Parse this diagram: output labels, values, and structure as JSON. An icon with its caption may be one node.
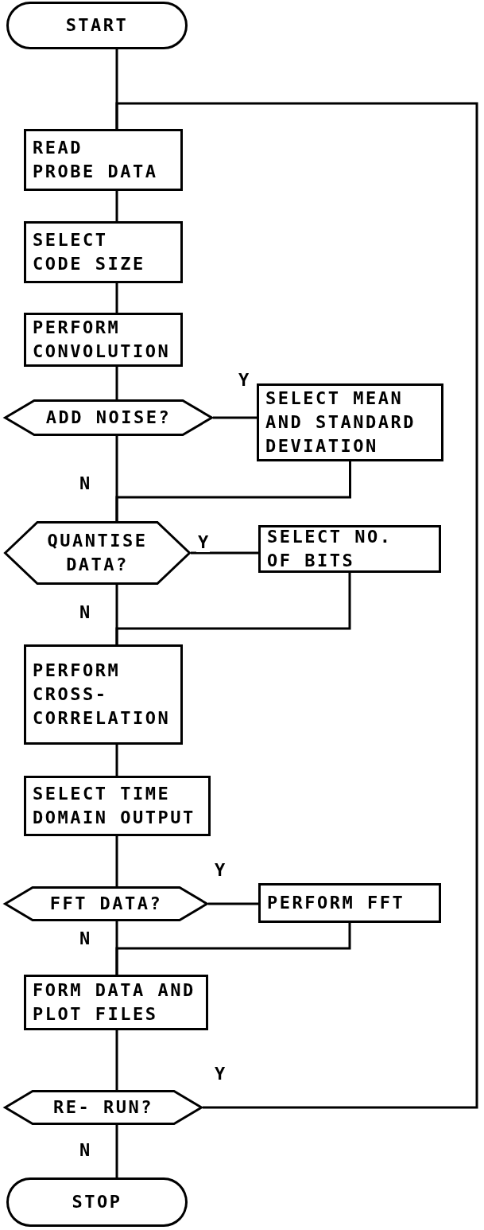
{
  "diagram": {
    "nodes": [
      {
        "text": [
          "START"
        ]
      },
      {
        "text": [
          "READ PROBE DATA"
        ]
      },
      {
        "text": [
          "SELECT CODE SIZE"
        ]
      },
      {
        "text": [
          "PERFORM CONVOLUTION"
        ]
      },
      {
        "text": [
          "ADD NOISE?"
        ]
      },
      {
        "text": [
          "SELECT MEAN AND STANDARD DEVIATION"
        ]
      },
      {
        "text": [
          "QUANTISE DATA?"
        ]
      },
      {
        "text": [
          "SELECT NO. OF BITS"
        ]
      },
      {
        "text": [
          "PERFORM CROSS- CORRELATION"
        ]
      },
      {
        "text": [
          "SELECT TIME DOMAIN OUTPUT"
        ]
      },
      {
        "text": [
          "FFT DATA?"
        ]
      },
      {
        "text": [
          "PERFORM FFT"
        ]
      },
      {
        "text": [
          "FORM DATA AND PLOT FILES"
        ]
      },
      {
        "text": [
          "RE- RUN?"
        ]
      },
      {
        "text": [
          "STOP"
        ]
      }
    ],
    "edges": [
      {
        "from": 0,
        "to": 1,
        "arrow": "none"
      },
      {
        "from": 1,
        "to": 2,
        "arrow": "none"
      },
      {
        "from": 2,
        "to": 3,
        "arrow": "none"
      },
      {
        "from": 3,
        "to": 4,
        "arrow": "none"
      },
      {
        "from": 4,
        "to": 5,
        "arrow": "none",
        "label": "Y"
      },
      {
        "from": 4,
        "to": 6,
        "arrow": "none",
        "label": "N"
      },
      {
        "from": 5,
        "to": 6,
        "arrow": "none"
      },
      {
        "from": 6,
        "to": 7,
        "arrow": "none",
        "label": "Y"
      },
      {
        "from": 6,
        "to": 8,
        "arrow": "none",
        "label": "N"
      },
      {
        "from": 7,
        "to": 8,
        "arrow": "none"
      },
      {
        "from": 8,
        "to": 9,
        "arrow": "none"
      },
      {
        "from": 9,
        "to": 10,
        "arrow": "none"
      },
      {
        "from": 10,
        "to": 11,
        "arrow": "none",
        "label": "Y"
      },
      {
        "from": 10,
        "to": 12,
        "arrow": "none",
        "label": "N"
      },
      {
        "from": 11,
        "to": 12,
        "arrow": "none"
      },
      {
        "from": 12,
        "to": 13,
        "arrow": "none"
      },
      {
        "from": 13,
        "to": 1,
        "arrow": "none",
        "label": "Y"
      },
      {
        "from": 13,
        "to": 14,
        "arrow": "none",
        "label": "N"
      }
    ]
  }
}
